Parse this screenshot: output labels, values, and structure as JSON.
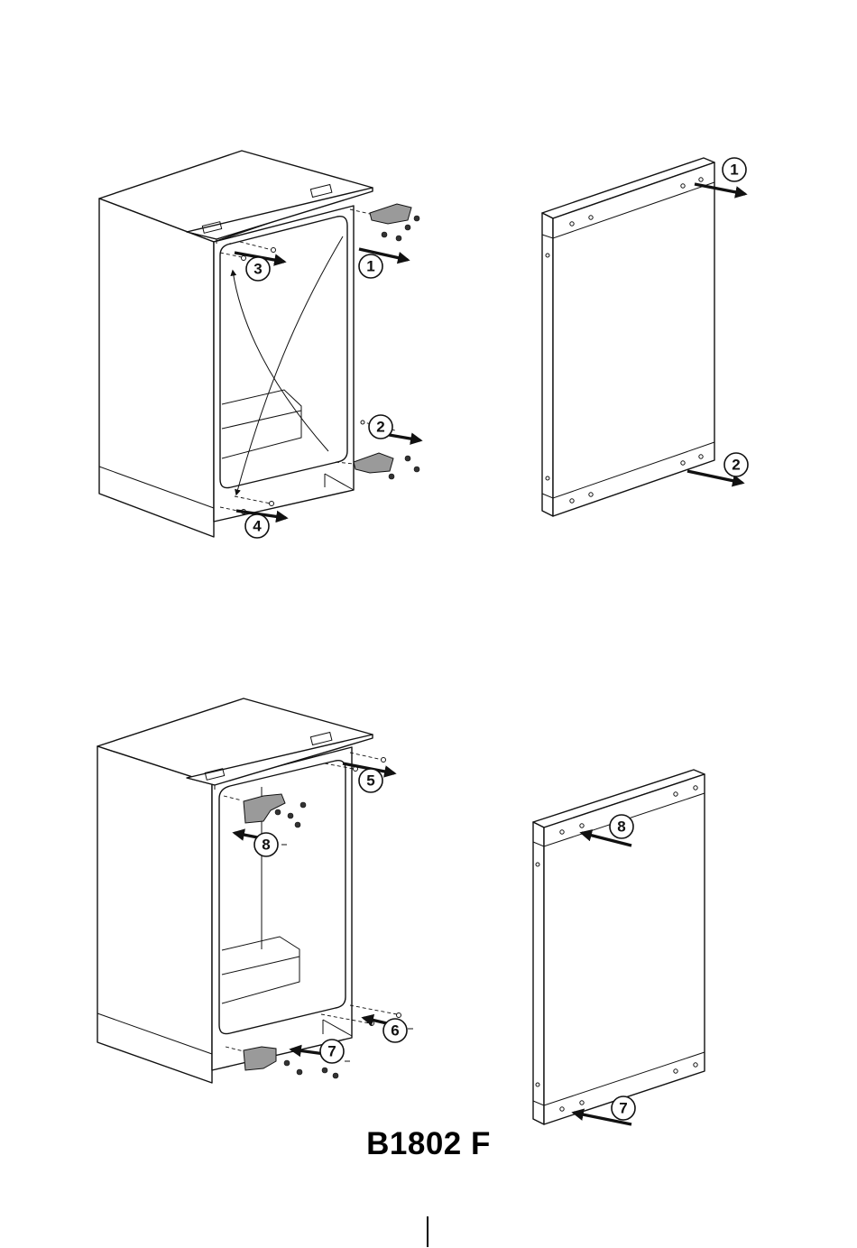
{
  "model": "B1802 F",
  "callouts": {
    "c1a": "1",
    "c2a": "2",
    "c3": "3",
    "c4": "4",
    "c1b": "1",
    "c2b": "2",
    "c5": "5",
    "c6": "6",
    "c7a": "7",
    "c8a": "8",
    "c8b": "8",
    "c7b": "7"
  }
}
